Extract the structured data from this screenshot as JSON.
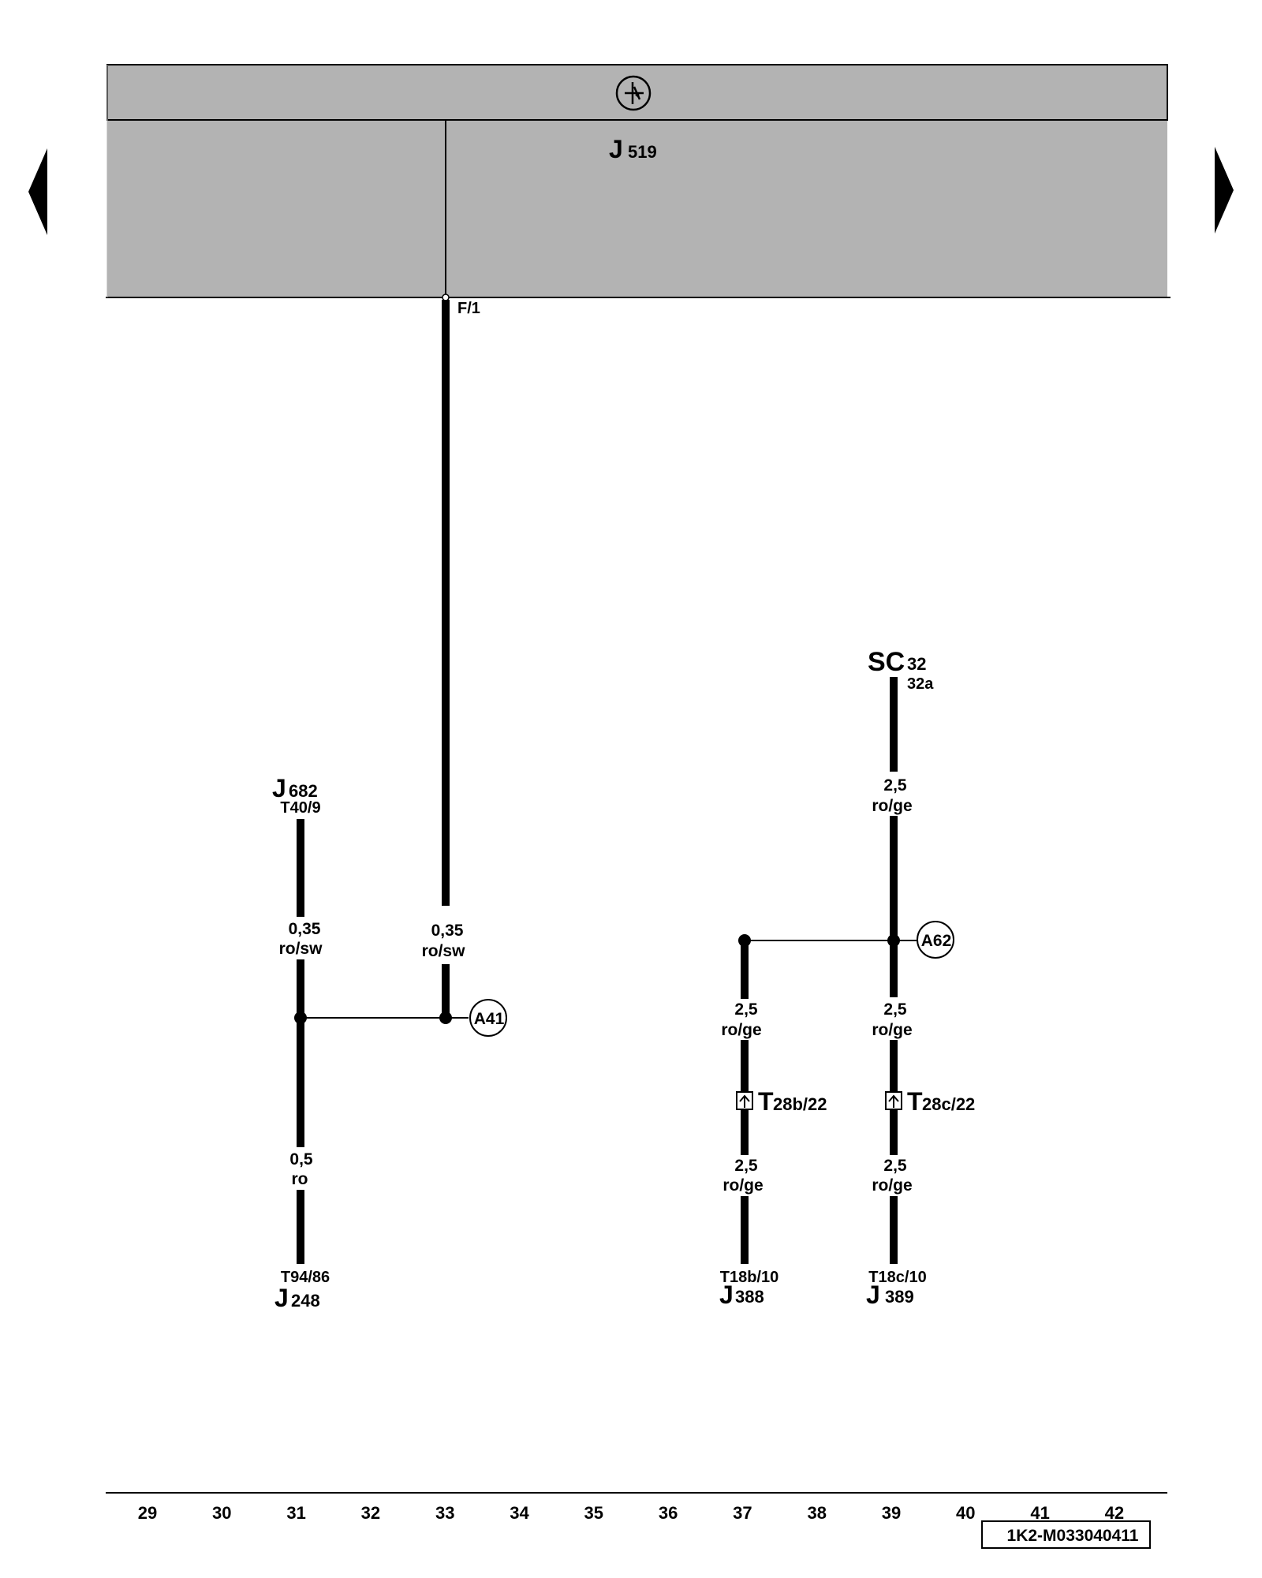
{
  "nav": {
    "prev_arrow": "prev-page-arrow",
    "next_arrow": "next-page-arrow"
  },
  "header": {
    "symbol_icon": "diode-symbol-icon"
  },
  "control_unit": {
    "prefix": "J",
    "number": "519",
    "pin": "F/1"
  },
  "components": {
    "j682": {
      "prefix": "J",
      "number": "682",
      "pin": "T40/9"
    },
    "j248": {
      "prefix": "J",
      "number": "248",
      "pin": "T94/86"
    },
    "sc32": {
      "prefix": "SC",
      "number": "32",
      "pin": "32a"
    },
    "j388": {
      "prefix": "J",
      "number": "388",
      "pin": "T18b/10"
    },
    "j389": {
      "prefix": "J",
      "number": "389",
      "pin": "T18c/10"
    }
  },
  "wires": {
    "w31_top": {
      "size": "0,35",
      "color": "ro/sw"
    },
    "w31_bottom": {
      "size": "0,5",
      "color": "ro"
    },
    "w33": {
      "size": "0,35",
      "color": "ro/sw"
    },
    "w39_top": {
      "size": "2,5",
      "color": "ro/ge"
    },
    "w37_mid": {
      "size": "2,5",
      "color": "ro/ge"
    },
    "w39_mid": {
      "size": "2,5",
      "color": "ro/ge"
    },
    "w37_bottom": {
      "size": "2,5",
      "color": "ro/ge"
    },
    "w39_bottom": {
      "size": "2,5",
      "color": "ro/ge"
    }
  },
  "connectors": {
    "t28b": {
      "prefix": "T",
      "number": "28b/22"
    },
    "t28c": {
      "prefix": "T",
      "number": "28c/22"
    }
  },
  "junctions": {
    "a41": "A41",
    "a62": "A62"
  },
  "ruler": {
    "numbers": [
      "29",
      "30",
      "31",
      "32",
      "33",
      "34",
      "35",
      "36",
      "37",
      "38",
      "39",
      "40",
      "41",
      "42"
    ]
  },
  "doc_id": "1K2-M033040411"
}
